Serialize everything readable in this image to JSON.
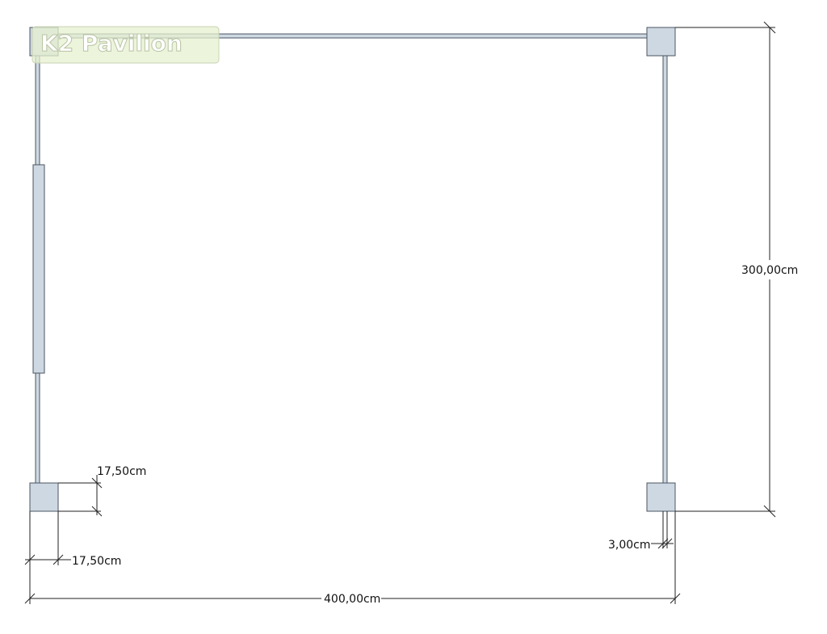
{
  "logo": {
    "text": "K2 Pavilion"
  },
  "dimensions": {
    "height": "300,00cm",
    "width": "400,00cm",
    "post_depth": "17,50cm",
    "post_width": "17,50cm",
    "wall_thickness": "3,00cm"
  },
  "colors": {
    "post_fill": "#cdd8e2",
    "post_stroke": "#4a5560",
    "wall_fill": "#cdd8e2",
    "dim_line": "#222222",
    "logo_bg": "#e6f0cf"
  }
}
